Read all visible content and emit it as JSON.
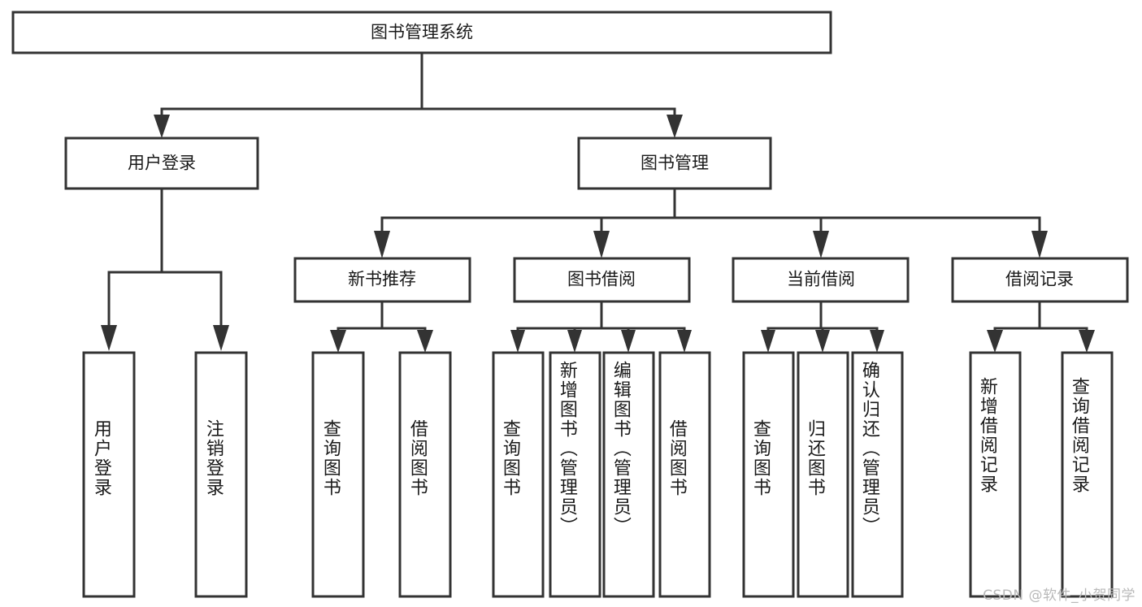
{
  "diagram": {
    "title": "图书管理系统",
    "type": "tree",
    "root": {
      "id": "root",
      "label": "图书管理系统",
      "orientation": "horizontal"
    },
    "level2": [
      {
        "id": "user-login",
        "label": "用户登录",
        "orientation": "horizontal"
      },
      {
        "id": "book-manage",
        "label": "图书管理",
        "orientation": "horizontal"
      }
    ],
    "level3": [
      {
        "id": "new-book-recommend",
        "label": "新书推荐",
        "parent": "book-manage",
        "orientation": "horizontal"
      },
      {
        "id": "book-borrow",
        "label": "图书借阅",
        "parent": "book-manage",
        "orientation": "horizontal"
      },
      {
        "id": "current-borrow",
        "label": "当前借阅",
        "parent": "book-manage",
        "orientation": "horizontal"
      },
      {
        "id": "borrow-record",
        "label": "借阅记录",
        "parent": "book-manage",
        "orientation": "horizontal"
      }
    ],
    "leaves": [
      {
        "id": "leaf-user-login",
        "label": "用户登录",
        "parent": "user-login",
        "orientation": "vertical"
      },
      {
        "id": "leaf-user-logout",
        "label": "注销登录",
        "parent": "user-login",
        "orientation": "vertical"
      },
      {
        "id": "leaf-query-book-1",
        "label": "查询图书",
        "parent": "new-book-recommend",
        "orientation": "vertical"
      },
      {
        "id": "leaf-borrow-book-1",
        "label": "借阅图书",
        "parent": "new-book-recommend",
        "orientation": "vertical"
      },
      {
        "id": "leaf-query-book-2",
        "label": "查询图书",
        "parent": "book-borrow",
        "orientation": "vertical"
      },
      {
        "id": "leaf-add-book",
        "label": "新增图书（管理员）",
        "parent": "book-borrow",
        "orientation": "vertical"
      },
      {
        "id": "leaf-edit-book",
        "label": "编辑图书（管理员）",
        "parent": "book-borrow",
        "orientation": "vertical"
      },
      {
        "id": "leaf-borrow-book-2",
        "label": "借阅图书",
        "parent": "book-borrow",
        "orientation": "vertical"
      },
      {
        "id": "leaf-query-book-3",
        "label": "查询图书",
        "parent": "current-borrow",
        "orientation": "vertical"
      },
      {
        "id": "leaf-return-book",
        "label": "归还图书",
        "parent": "current-borrow",
        "orientation": "vertical"
      },
      {
        "id": "leaf-confirm-return",
        "label": "确认归还（管理员）",
        "parent": "current-borrow",
        "orientation": "vertical"
      },
      {
        "id": "leaf-add-record",
        "label": "新增借阅记录",
        "parent": "borrow-record",
        "orientation": "vertical"
      },
      {
        "id": "leaf-query-record",
        "label": "查询借阅记录",
        "parent": "borrow-record",
        "orientation": "vertical"
      }
    ]
  },
  "watermark": {
    "text": "CSDN @软件_小贺同学"
  },
  "colors": {
    "stroke": "#333333",
    "fill": "#ffffff",
    "text": "#1a1a1a",
    "watermark": "#b9b9b9"
  }
}
